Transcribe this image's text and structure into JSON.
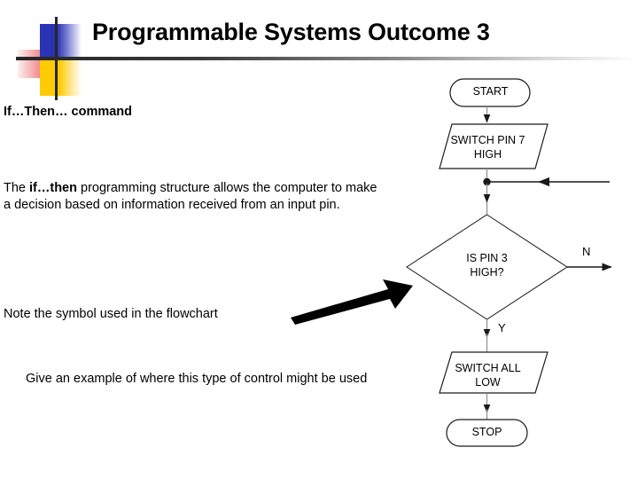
{
  "slide": {
    "title": "Programmable Systems Outcome 3",
    "logo": {
      "name": "decorative-logo-mark",
      "colors": {
        "blue": "#2b33b5",
        "red": "#ef3b3b",
        "yellow": "#ffcb05",
        "cross": "#262626"
      }
    },
    "divider": {
      "from_color": "#262626",
      "to_color": "#ffffff"
    }
  },
  "content": {
    "heading": "If…Then…  command",
    "heading_plain": "If...Then...  command",
    "paragraph_intro_pre": "The ",
    "paragraph_intro_bold": "if…then",
    "paragraph_intro_post": " programming structure allows the computer to make a decision based on information received from an input pin.",
    "note": "Note the symbol used in the flowchart",
    "task": "Give an example of where this type of control might be used"
  },
  "flowchart": {
    "nodes": [
      {
        "id": "start",
        "shape": "terminator",
        "label": "START"
      },
      {
        "id": "switch-pin7",
        "shape": "parallelogram",
        "label": "SWITCH PIN 7\nHIGH",
        "line1": "SWITCH PIN 7",
        "line2": "HIGH"
      },
      {
        "id": "decision",
        "shape": "diamond",
        "label": "IS PIN 3\nHIGH?",
        "line1": "IS PIN 3",
        "line2": "HIGH?"
      },
      {
        "id": "switch-all",
        "shape": "parallelogram",
        "label": "SWITCH ALL\nLOW",
        "line1": "SWITCH ALL",
        "line2": "LOW"
      },
      {
        "id": "stop",
        "shape": "terminator",
        "label": "STOP"
      }
    ],
    "branches": [
      {
        "id": "no",
        "label": "N"
      },
      {
        "id": "yes",
        "label": "Y"
      }
    ],
    "stroke_color": "#1a1a1a"
  },
  "annotation_arrow": {
    "name": "pointer-arrow",
    "color": "#000000"
  }
}
